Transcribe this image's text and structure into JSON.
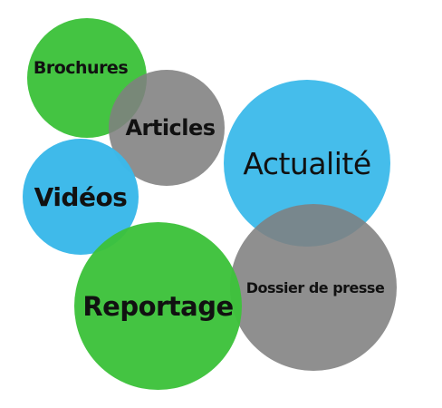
{
  "colors": {
    "green": "#3cc23a",
    "gray": "#808080",
    "blue": "#3bb9ea",
    "text": "#111111"
  },
  "bubbles": [
    {
      "id": "b-brochures",
      "label": "Brochures",
      "color": "green",
      "opacity": 0.96
    },
    {
      "id": "b-articles",
      "label": "Articles",
      "color": "gray",
      "opacity": 0.88
    },
    {
      "id": "b-videos",
      "label": "Vidéos",
      "color": "blue",
      "opacity": 0.98
    },
    {
      "id": "b-actualite",
      "label": "Actualité",
      "color": "blue",
      "opacity": 0.95
    },
    {
      "id": "b-dossier",
      "label": "Dossier de presse",
      "color": "gray",
      "opacity": 0.88
    },
    {
      "id": "b-reportage",
      "label": "Reportage",
      "color": "green",
      "opacity": 0.96
    }
  ]
}
